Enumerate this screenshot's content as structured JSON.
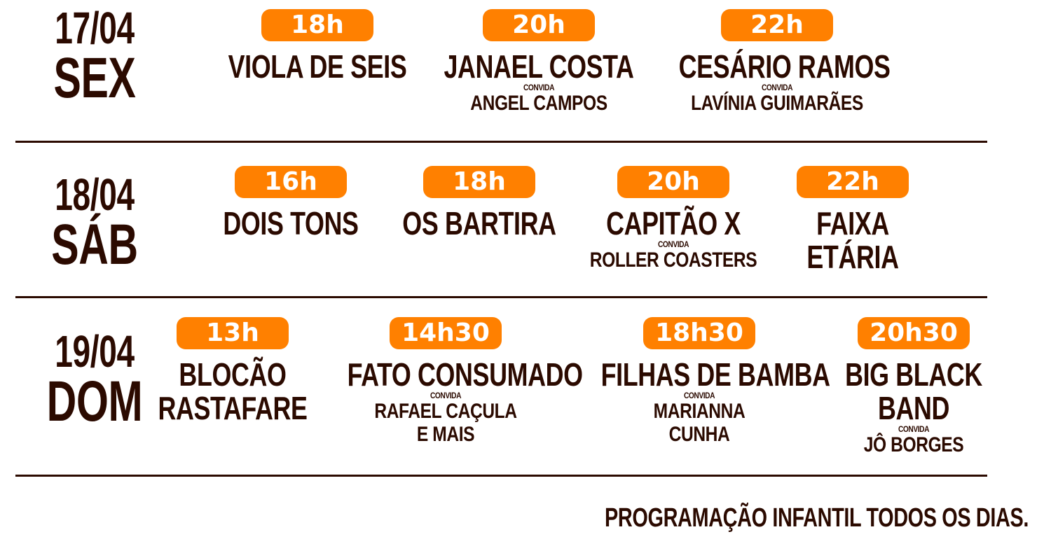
{
  "days": [
    {
      "date": "17/04",
      "weekday": "SEX",
      "slots": [
        {
          "time": "18h",
          "act": [
            "VIOLA DE SEIS"
          ],
          "convida": "",
          "guest": []
        },
        {
          "time": "20h",
          "act": [
            "JANAEL COSTA"
          ],
          "convida": "CONVIDA",
          "guest": [
            "ANGEL CAMPOS"
          ]
        },
        {
          "time": "22h",
          "act": [
            "CESÁRIO RAMOS"
          ],
          "convida": "CONVIDA",
          "guest": [
            "LAVÍNIA GUIMARÃES"
          ]
        }
      ]
    },
    {
      "date": "18/04",
      "weekday": "SÁB",
      "slots": [
        {
          "time": "16h",
          "act": [
            "DOIS TONS"
          ],
          "convida": "",
          "guest": []
        },
        {
          "time": "18h",
          "act": [
            "OS BARTIRA"
          ],
          "convida": "",
          "guest": []
        },
        {
          "time": "20h",
          "act": [
            "CAPITÃO X"
          ],
          "convida": "CONVIDA",
          "guest": [
            "ROLLER COASTERS"
          ]
        },
        {
          "time": "22h",
          "act": [
            "FAIXA",
            "ETÁRIA"
          ],
          "convida": "",
          "guest": []
        }
      ]
    },
    {
      "date": "19/04",
      "weekday": "DOM",
      "slots": [
        {
          "time": "13h",
          "act": [
            "BLOCÃO",
            "RASTAFARE"
          ],
          "convida": "",
          "guest": []
        },
        {
          "time": "14h30",
          "act": [
            "FATO CONSUMADO"
          ],
          "convida": "CONVIDA",
          "guest": [
            "RAFAEL CAÇULA",
            "E MAIS"
          ]
        },
        {
          "time": "18h30",
          "act": [
            "FILHAS DE BAMBA"
          ],
          "convida": "CONVIDA",
          "guest": [
            "MARIANNA",
            "CUNHA"
          ]
        },
        {
          "time": "20h30",
          "act": [
            "BIG BLACK",
            "BAND"
          ],
          "convida": "CONVIDA",
          "guest": [
            "JÔ BORGES"
          ]
        }
      ]
    }
  ],
  "footer": "PROGRAMAÇÃO INFANTIL TODOS OS DIAS.",
  "colors": {
    "accent": "#ff8000",
    "text": "#2b0a00",
    "background": "#ffffff"
  }
}
